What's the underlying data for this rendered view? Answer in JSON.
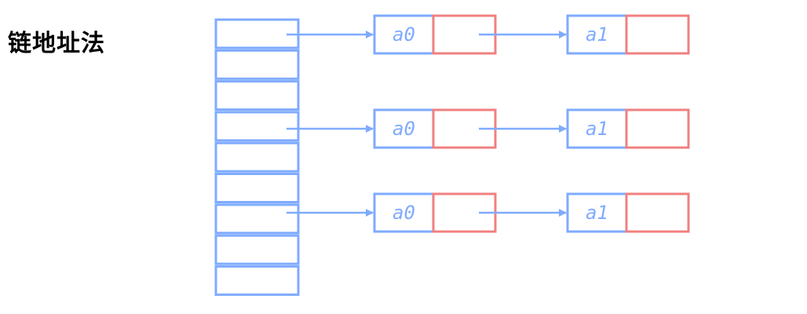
{
  "title": "链地址法",
  "colors": {
    "bucket": "#7fabff",
    "value_cell": "#7fabff",
    "next_cell": "#f08080",
    "arrow": "#7fabff",
    "text": "#7fabff",
    "title": "#000000"
  },
  "buckets": {
    "count": 9,
    "chained_bucket_indices": [
      0,
      3,
      6
    ]
  },
  "chains": [
    {
      "bucket_index": 0,
      "nodes": [
        "a0",
        "a1"
      ]
    },
    {
      "bucket_index": 3,
      "nodes": [
        "a0",
        "a1"
      ]
    },
    {
      "bucket_index": 6,
      "nodes": [
        "a0",
        "a1"
      ]
    }
  ]
}
